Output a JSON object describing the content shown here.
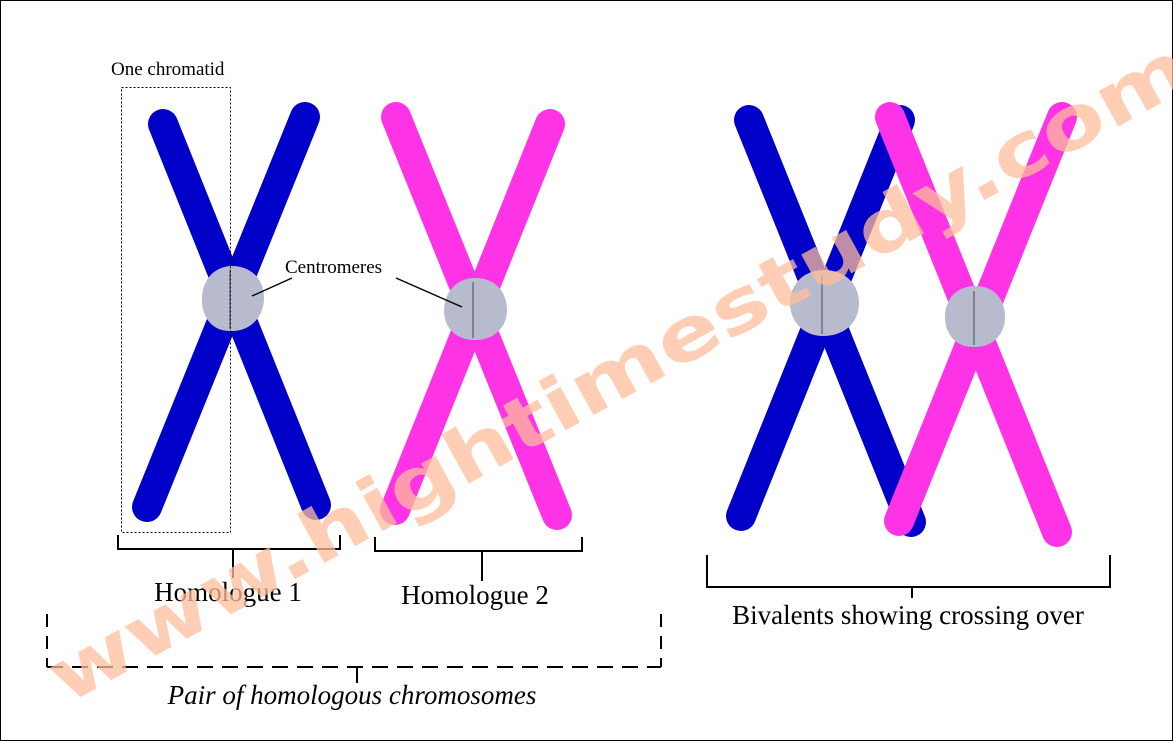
{
  "labels": {
    "one_chromatid": "One chromatid",
    "centromeres": "Centromeres",
    "homologue_1": "Homologue 1",
    "homologue_2": "Homologue 2",
    "bivalents": "Bivalents showing crossing over",
    "pair": "Pair of homologous chromosomes"
  },
  "watermark": "www.hightimestudy.com",
  "colors": {
    "homologue_1": "#0000c8",
    "homologue_2": "#ff33e6",
    "centromere": "#b8bace",
    "centromere_line": "#7f8096",
    "watermark": "#ffbe9b"
  }
}
